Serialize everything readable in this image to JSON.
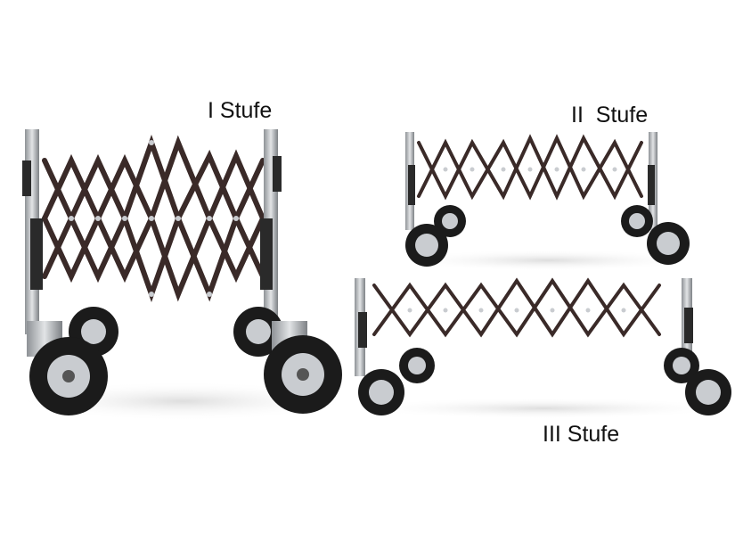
{
  "labels": {
    "stage1": "I Stufe",
    "stage2": "II  Stufe",
    "stage3": "III Stufe"
  },
  "colors": {
    "frame": "#3a2a28",
    "post": "#b8bcc0",
    "tire": "#1b1b1b",
    "hub": "#c9ccd0"
  },
  "objects": [
    "scissor-trolley-stage-1",
    "scissor-trolley-stage-2",
    "scissor-trolley-stage-3"
  ]
}
